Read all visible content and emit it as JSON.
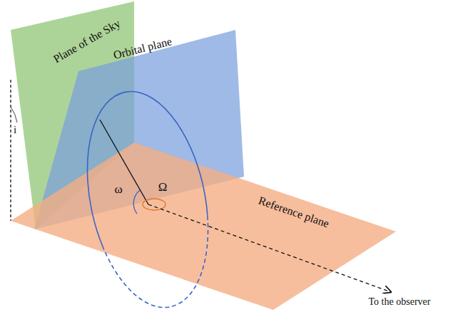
{
  "diagram": {
    "nodes": [
      {
        "text": [
          "Plane of the Sky"
        ]
      },
      {
        "text": [
          "Orbital plane"
        ]
      },
      {
        "text": [
          "Reference plane"
        ]
      }
    ],
    "labels": [
      "ω",
      "Ω",
      "i",
      "To the observer"
    ]
  }
}
